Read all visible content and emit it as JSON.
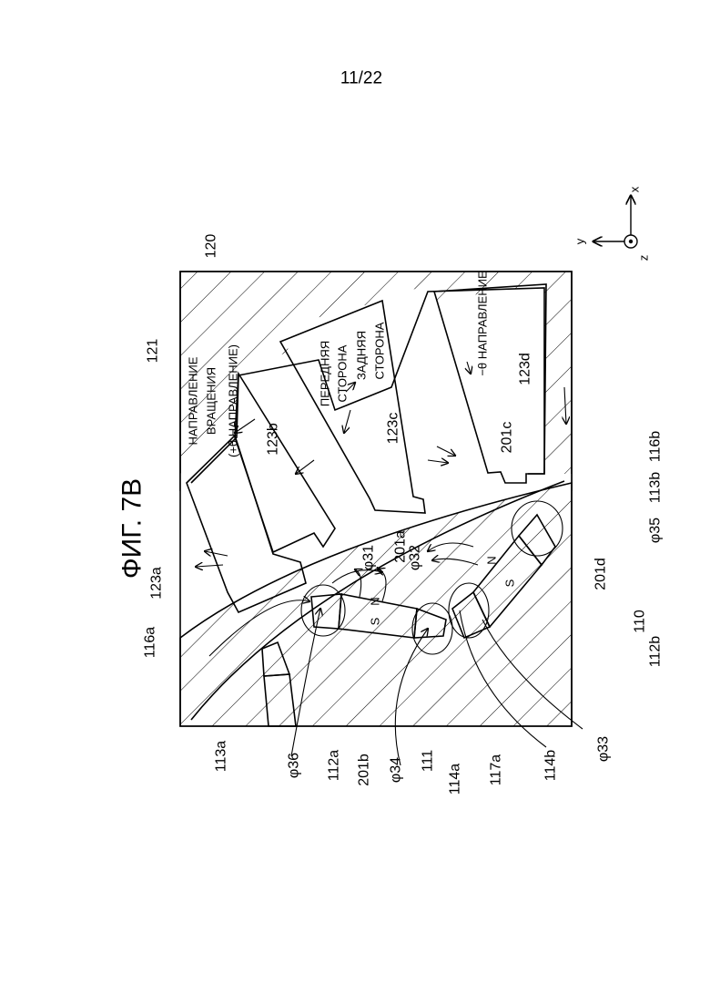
{
  "page_number": "11/22",
  "figure_title": "ФИГ. 7B",
  "reference_labels": {
    "r120": "120",
    "r121": "121",
    "r123a": "123a",
    "r123b": "123b",
    "r123c": "123c",
    "r123d": "123d",
    "r116a": "116a",
    "r116b": "116b",
    "r113a": "113a",
    "r113b": "113b",
    "r112a": "112a",
    "r112b": "112b",
    "r201a": "201a",
    "r201b": "201b",
    "r201c": "201c",
    "r201d": "201d",
    "r111": "111",
    "r110": "110",
    "r114a": "114a",
    "r114b": "114b",
    "r117a": "117a",
    "phi31": "φ31",
    "phi32": "φ32",
    "phi33": "φ33",
    "phi34": "φ34",
    "phi35": "φ35",
    "phi36": "φ36"
  },
  "annotations": {
    "rotation_line1": "НАПРАВЛЕНИЕ",
    "rotation_line2": "ВРАЩЕНИЯ",
    "rotation_line3": "(+θ НАПРАВЛЕНИЕ)",
    "front_line1": "ПЕРЕДНЯЯ",
    "front_line2": "СТОРОНА",
    "rear_line1": "ЗАДНЯЯ",
    "rear_line2": "СТОРОНА",
    "minus_theta": "−θ НАПРАВЛЕНИЕ"
  },
  "magnet_poles": {
    "s": "S",
    "n": "N"
  },
  "axes": {
    "x": "x",
    "y": "y",
    "z": "z"
  }
}
